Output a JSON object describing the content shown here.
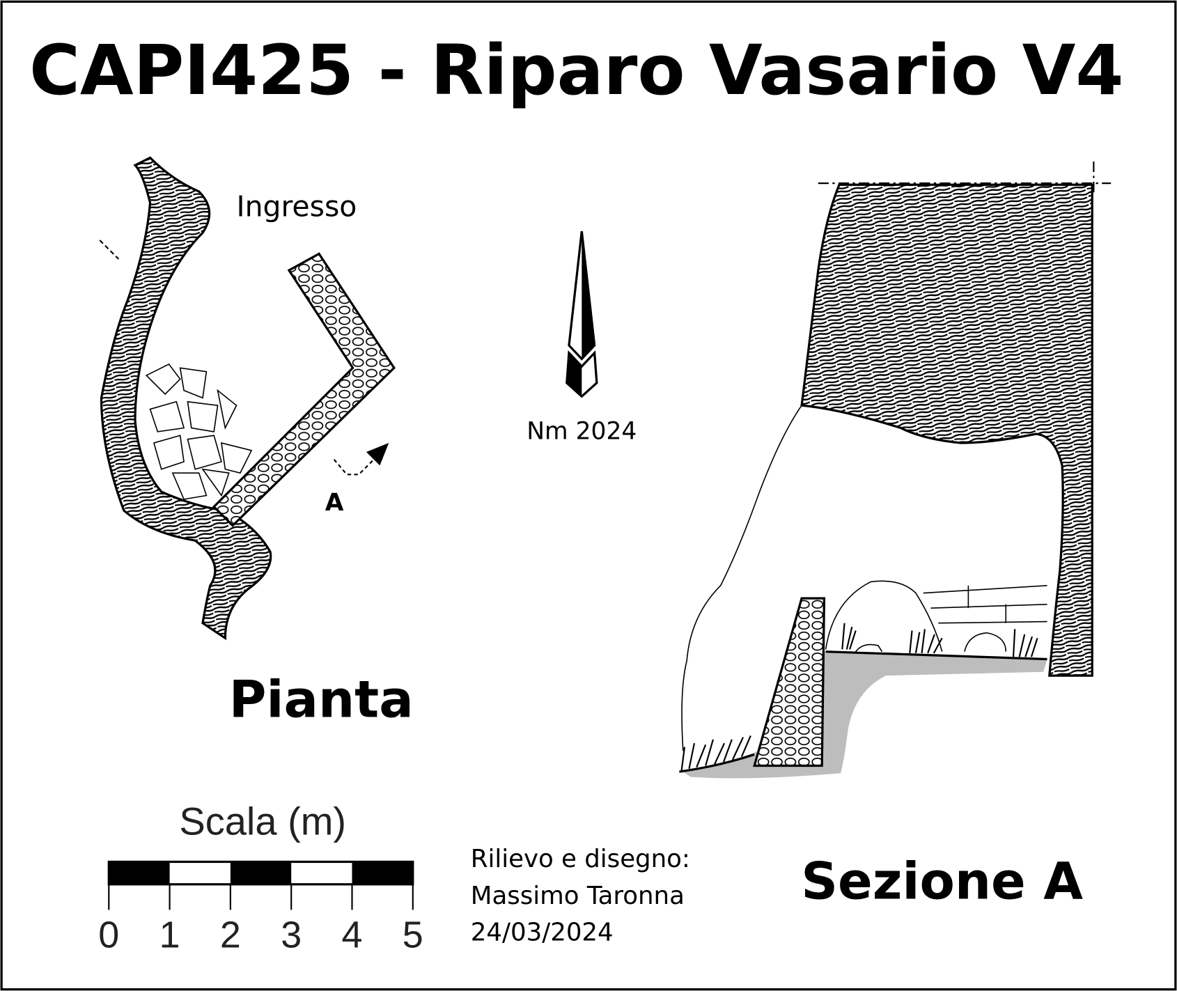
{
  "title": "CAPI425 - Riparo Vasario V4",
  "plan": {
    "label": "Pianta",
    "entrance_label": "Ingresso",
    "section_marker": "A"
  },
  "north_arrow": {
    "label": "Nm 2024"
  },
  "section": {
    "label": "Sezione A"
  },
  "scale_bar": {
    "title": "Scala (m)",
    "ticks": [
      "0",
      "1",
      "2",
      "3",
      "4",
      "5"
    ]
  },
  "credits": {
    "line1": "Rilievo e disegno:",
    "line2": "Massimo Taronna",
    "line3": "24/03/2024"
  },
  "colors": {
    "ink": "#000000",
    "floor_fill": "#bdbdbd"
  }
}
